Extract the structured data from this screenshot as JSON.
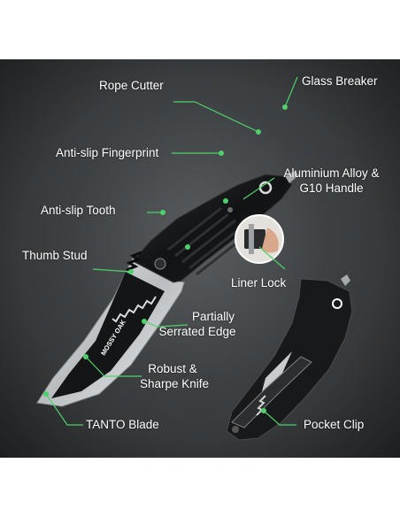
{
  "brand_text": "MOSSY OAK",
  "accent_color": "#4ed06a",
  "labels": {
    "rope_cutter": "Rope Cutter",
    "glass_breaker": "Glass Breaker",
    "anti_slip_fingerprint": "Anti-slip Fingerprint",
    "handle_line1": "Aluminium Alloy &",
    "handle_line2": "G10 Handle",
    "anti_slip_tooth": "Anti-slip Tooth",
    "thumb_stud": "Thumb Stud",
    "liner_lock": "Liner Lock",
    "serrated_line1": "Partially",
    "serrated_line2": "Serrated Edge",
    "robust_line1": "Robust &",
    "robust_line2": "Sharpe Knife",
    "tanto_blade": "TANTO Blade",
    "pocket_clip": "Pocket Clip"
  }
}
